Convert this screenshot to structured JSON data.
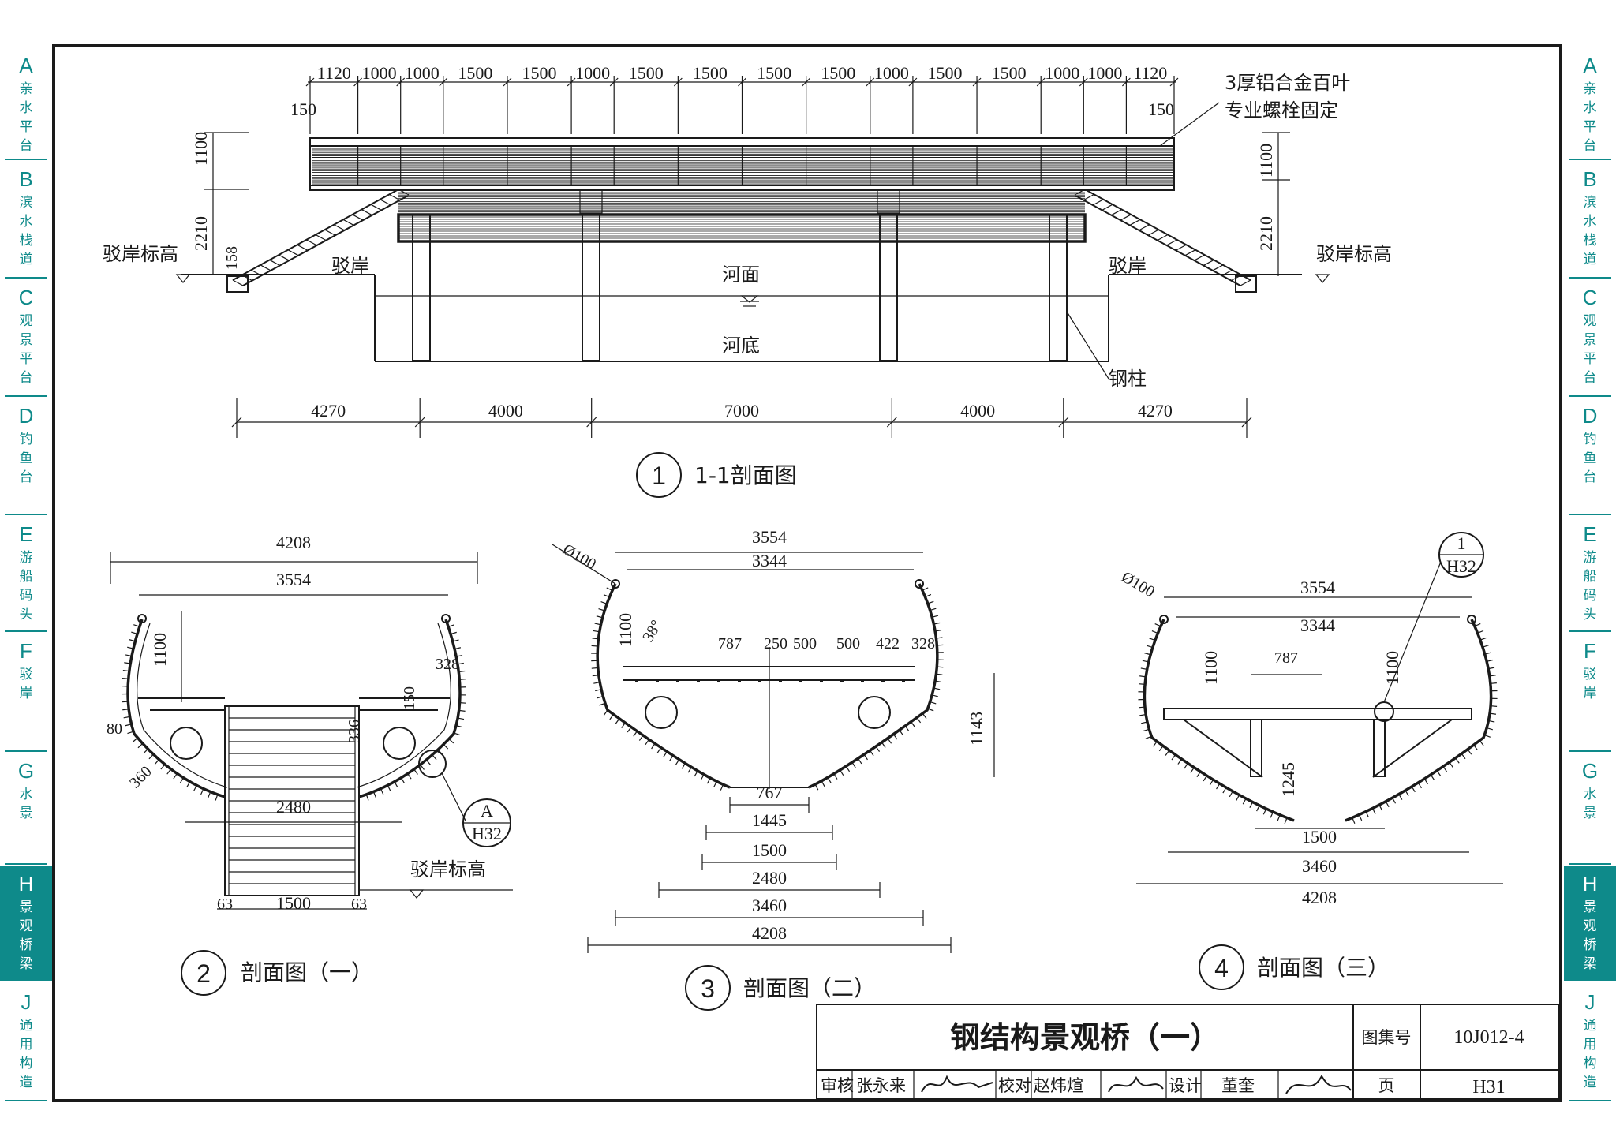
{
  "side_tabs": [
    {
      "letter": "A",
      "chars": [
        "亲",
        "水",
        "平",
        "台"
      ]
    },
    {
      "letter": "B",
      "chars": [
        "滨",
        "水",
        "栈",
        "道"
      ]
    },
    {
      "letter": "C",
      "chars": [
        "观",
        "景",
        "平",
        "台"
      ]
    },
    {
      "letter": "D",
      "chars": [
        "钓",
        "鱼",
        "台"
      ]
    },
    {
      "letter": "E",
      "chars": [
        "游",
        "船",
        "码",
        "头"
      ]
    },
    {
      "letter": "F",
      "chars": [
        "驳",
        "岸"
      ]
    },
    {
      "letter": "G",
      "chars": [
        "水",
        "景"
      ]
    },
    {
      "letter": "H",
      "chars": [
        "景",
        "观",
        "桥",
        "梁"
      ],
      "active": true
    },
    {
      "letter": "J",
      "chars": [
        "通",
        "用",
        "构",
        "造"
      ]
    }
  ],
  "colors": {
    "tab_accent": "#0e8a8a",
    "active_tab_bg": "#0e8a8a",
    "line": "#1a1a1a"
  },
  "section_1_1": {
    "top_dims": [
      "1120",
      "1000",
      "1000",
      "1500",
      "1500",
      "1000",
      "1500",
      "1500",
      "1500",
      "1500",
      "1000",
      "1500",
      "1500",
      "1000",
      "1000",
      "1120"
    ],
    "end_dim_left": "150",
    "end_dim_right": "150",
    "left_heights": [
      "1100",
      "2210",
      "158"
    ],
    "right_heights": [
      "1100",
      "2210"
    ],
    "bottom_dims": [
      "4270",
      "4000",
      "7000",
      "4000",
      "4270"
    ],
    "note_louver": "3厚铝合金百叶",
    "note_bolt": "专业螺栓固定",
    "bank_elev": "驳岸标高",
    "bank": "驳岸",
    "water_surface": "河面",
    "river_bed": "河底",
    "steel_column": "钢柱",
    "caption_num": "1",
    "caption": "1-1剖面图"
  },
  "section_2": {
    "dims": {
      "w_outer": "4208",
      "w_inner": "3554",
      "h_rail": "1100",
      "d_80": "80",
      "d_360": "360",
      "d_328": "328",
      "d_150": "150",
      "d_336": "336",
      "w_2480": "2480",
      "w_1500": "1500",
      "w_63a": "63",
      "w_63b": "63"
    },
    "ref_letter": "A",
    "ref_sheet": "H32",
    "bank_elev": "驳岸标高",
    "caption_num": "2",
    "caption": "剖面图（一）"
  },
  "section_3": {
    "dims": {
      "d_pipe": "Ø100",
      "w_3554": "3554",
      "w_3344": "3344",
      "h_1100": "1100",
      "angle": "38°",
      "d_787": "787",
      "d_250": "250",
      "d_500a": "500",
      "d_500b": "500",
      "d_422": "422",
      "d_328": "328",
      "h_1143": "1143",
      "w_767": "767",
      "w_1445": "1445",
      "w_1500": "1500",
      "w_2480": "2480",
      "w_3460": "3460",
      "w_4208": "4208"
    },
    "caption_num": "3",
    "caption": "剖面图（二）"
  },
  "section_4": {
    "dims": {
      "d_pipe": "Ø100",
      "w_3554": "3554",
      "w_3344": "3344",
      "h_1100a": "1100",
      "h_1100b": "1100",
      "d_787": "787",
      "h_1245": "1245",
      "w_1500": "1500",
      "w_3460": "3460",
      "w_4208": "4208"
    },
    "ref_num": "1",
    "ref_sheet": "H32",
    "caption_num": "4",
    "caption": "剖面图（三）"
  },
  "title_block": {
    "title": "钢结构景观桥（一）",
    "atlas_label": "图集号",
    "atlas_no": "10J012-4",
    "review_label": "审核",
    "reviewer": "张永来",
    "check_label": "校对",
    "checker": "赵炜煊",
    "design_label": "设计",
    "designer": "董奎",
    "page_label": "页",
    "page_no": "H31"
  }
}
